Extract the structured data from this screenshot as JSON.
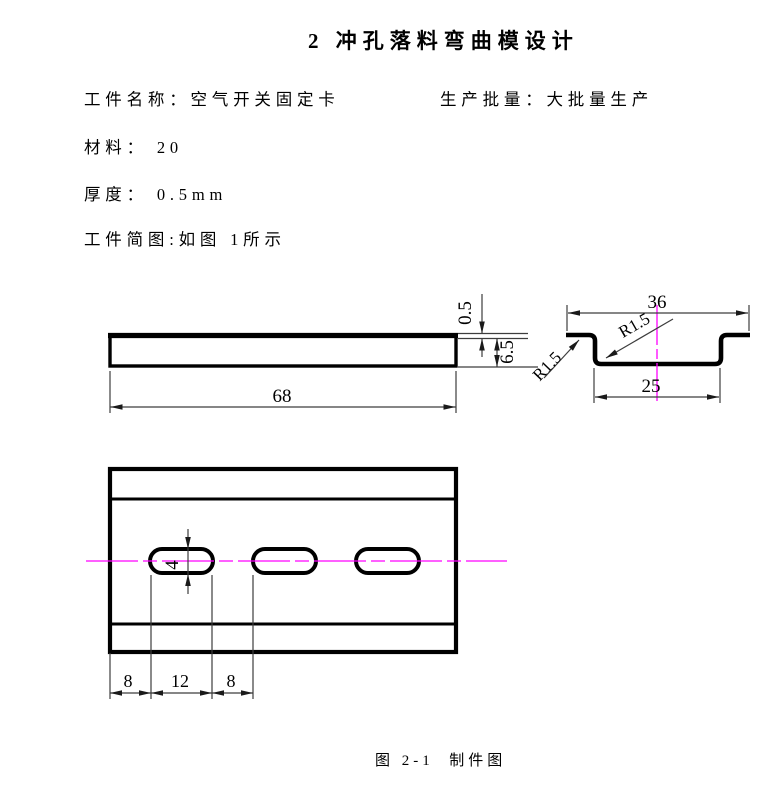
{
  "title": "2 冲孔落料弯曲模设计",
  "specs": {
    "workpiece": "工件名称：空气开关固定卡",
    "batch": "生产批量：大批量生产",
    "material": "材料： 20",
    "thickness": "厚度： 0.5mm",
    "sketch_note": "工件简图:如图 1所示"
  },
  "figure": {
    "caption": "图 2-1  制件图",
    "colors": {
      "outline": "#000000",
      "dimension_line": "#3d3d3d",
      "centerline": "#ff00ff"
    },
    "side_view": {
      "length": "68",
      "sheet_thickness": "0.5",
      "height": "6.5"
    },
    "section_view": {
      "outer_width": "36",
      "bottom_width": "25",
      "radius_outer": "R1.5",
      "radius_inner": "R1.5"
    },
    "top_view": {
      "slot_width": "4",
      "edge_margin": "8",
      "slot_length": "12",
      "slot_spacing": "8"
    }
  }
}
